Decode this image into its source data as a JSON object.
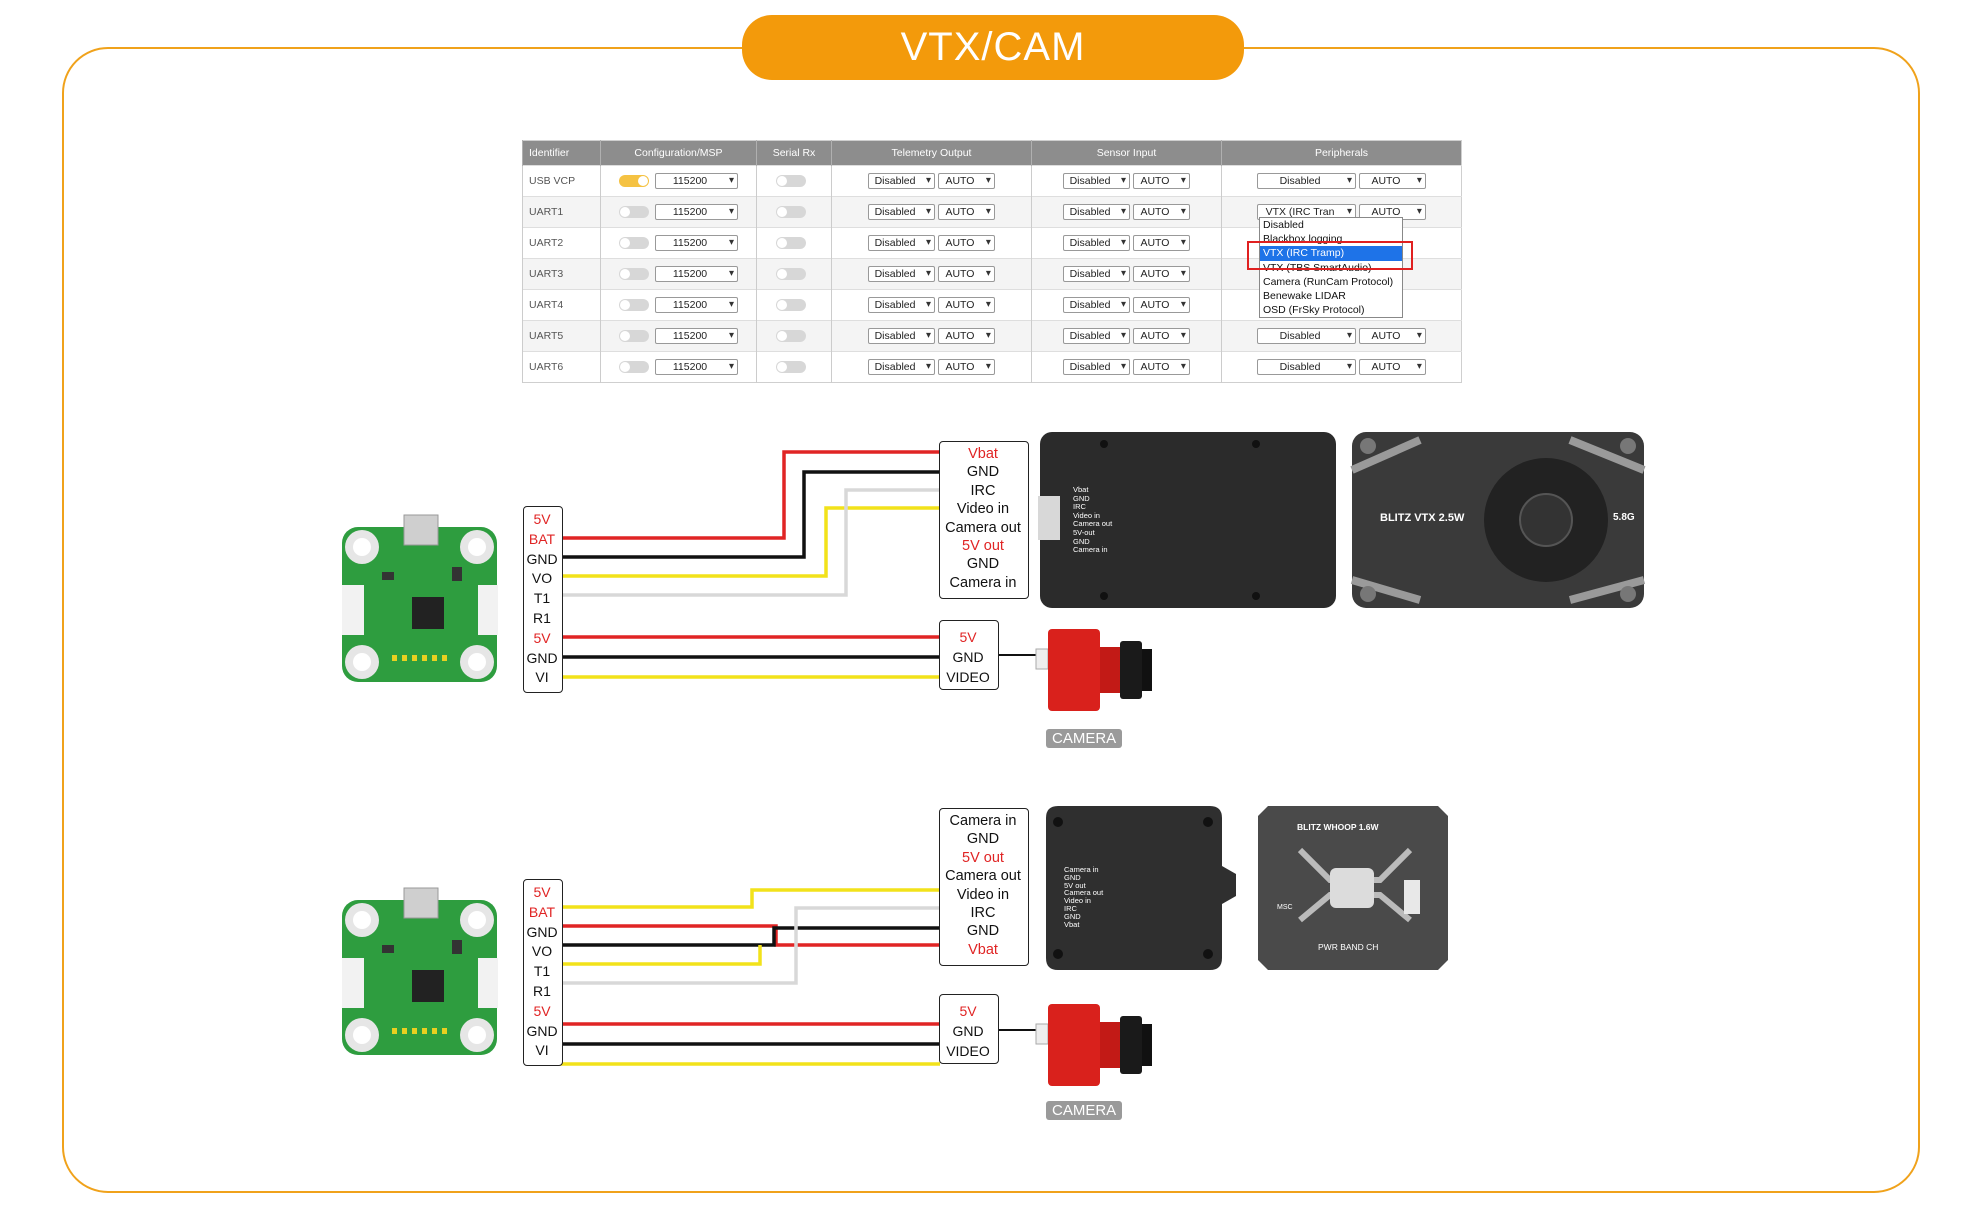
{
  "title": "VTX/CAM",
  "table": {
    "headers": [
      "Identifier",
      "Configuration/MSP",
      "Serial Rx",
      "Telemetry Output",
      "Sensor Input",
      "Peripherals"
    ],
    "rows": [
      {
        "id": "USB VCP",
        "msp_on": true,
        "baud": "115200",
        "tel": "Disabled",
        "tel_auto": "AUTO",
        "sen": "Disabled",
        "sen_auto": "AUTO",
        "per": "Disabled",
        "per_auto": "AUTO"
      },
      {
        "id": "UART1",
        "msp_on": false,
        "baud": "115200",
        "tel": "Disabled",
        "tel_auto": "AUTO",
        "sen": "Disabled",
        "sen_auto": "AUTO",
        "per": "VTX (IRC Tran",
        "per_auto": "AUTO"
      },
      {
        "id": "UART2",
        "msp_on": false,
        "baud": "115200",
        "tel": "Disabled",
        "tel_auto": "AUTO",
        "sen": "Disabled",
        "sen_auto": "AUTO",
        "per": "",
        "per_auto": ""
      },
      {
        "id": "UART3",
        "msp_on": false,
        "baud": "115200",
        "tel": "Disabled",
        "tel_auto": "AUTO",
        "sen": "Disabled",
        "sen_auto": "AUTO",
        "per": "",
        "per_auto": ""
      },
      {
        "id": "UART4",
        "msp_on": false,
        "baud": "115200",
        "tel": "Disabled",
        "tel_auto": "AUTO",
        "sen": "Disabled",
        "sen_auto": "AUTO",
        "per": "",
        "per_auto": ""
      },
      {
        "id": "UART5",
        "msp_on": false,
        "baud": "115200",
        "tel": "Disabled",
        "tel_auto": "AUTO",
        "sen": "Disabled",
        "sen_auto": "AUTO",
        "per": "Disabled",
        "per_auto": "AUTO"
      },
      {
        "id": "UART6",
        "msp_on": false,
        "baud": "115200",
        "tel": "Disabled",
        "tel_auto": "AUTO",
        "sen": "Disabled",
        "sen_auto": "AUTO",
        "per": "Disabled",
        "per_auto": "AUTO"
      }
    ],
    "dropdown_options": [
      "Disabled",
      "Blackbox logging",
      "VTX (IRC Tramp)",
      "VTX (TBS SmartAudio)",
      "Camera (RunCam Protocol)",
      "Benewake LIDAR",
      "OSD (FrSky Protocol)"
    ],
    "dropdown_selected_index": 2
  },
  "fc_pins": [
    "5V",
    "BAT",
    "GND",
    "VO",
    "T1",
    "R1",
    "5V",
    "GND",
    "VI"
  ],
  "diagram1": {
    "vtx_pins": [
      "Vbat",
      "GND",
      "IRC",
      "Video in",
      "Camera out",
      "5V out",
      "GND",
      "Camera in"
    ],
    "vtx_back_text": [
      "Vbat",
      "GND",
      "IRC",
      "Video in",
      "Camera out",
      "5V-out",
      "GND",
      "Camera in"
    ],
    "vtx_name": "BLITZ VTX 2.5W",
    "vtx_band": "5.8G",
    "cam_pins": [
      "5V",
      "GND",
      "VIDEO"
    ],
    "cam_label": "CAMERA"
  },
  "diagram2": {
    "vtx_pins": [
      "Camera in",
      "GND",
      "5V out",
      "Camera out",
      "Video in",
      "IRC",
      "GND",
      "Vbat"
    ],
    "vtx_back_text": [
      "Camera in",
      "GND",
      "5V out",
      "Camera out",
      "Video in",
      "IRC",
      "GND",
      "Vbat"
    ],
    "vtx_name": "BLITZ WHOOP 1.6W",
    "vtx_bottom": "PWR BAND CH",
    "vtx_side": "MSC",
    "cam_pins": [
      "5V",
      "GND",
      "VIDEO"
    ],
    "cam_label": "CAMERA"
  },
  "colors": {
    "accent": "#f39a0b",
    "red_wire": "#e02424",
    "black_wire": "#111111",
    "yellow_wire": "#f2e21a",
    "white_wire": "#d8d8d8",
    "pcb": "#2e9d3f",
    "vtx_body": "#2d2d2d"
  }
}
